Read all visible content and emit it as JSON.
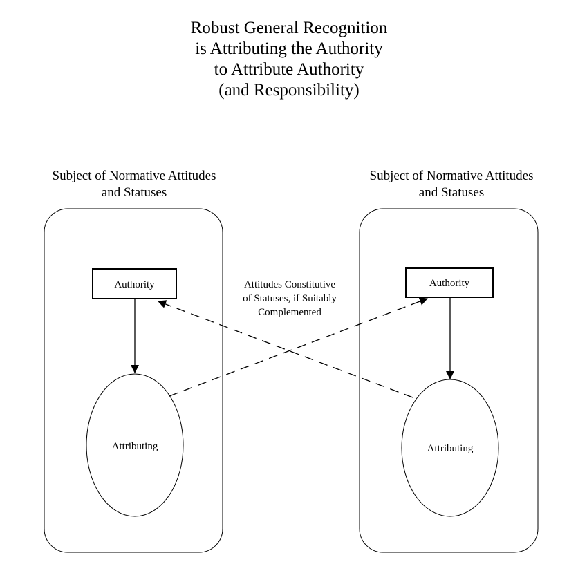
{
  "title": {
    "lines": [
      "Robust General Recognition",
      "is Attributing the Authority",
      "to Attribute Authority",
      "(and Responsibility)"
    ]
  },
  "groups": {
    "left": {
      "label_lines": [
        "Subject of Normative Attitudes",
        "and Statuses"
      ],
      "authority": "Authority",
      "attributing": "Attributing"
    },
    "right": {
      "label_lines": [
        "Subject of Normative Attitudes",
        "and Statuses"
      ],
      "authority": "Authority",
      "attributing": "Attributing"
    }
  },
  "cross_edge_label": {
    "lines": [
      "Attitudes Constitutive",
      "of Statuses, if Suitably",
      "Complemented"
    ]
  }
}
